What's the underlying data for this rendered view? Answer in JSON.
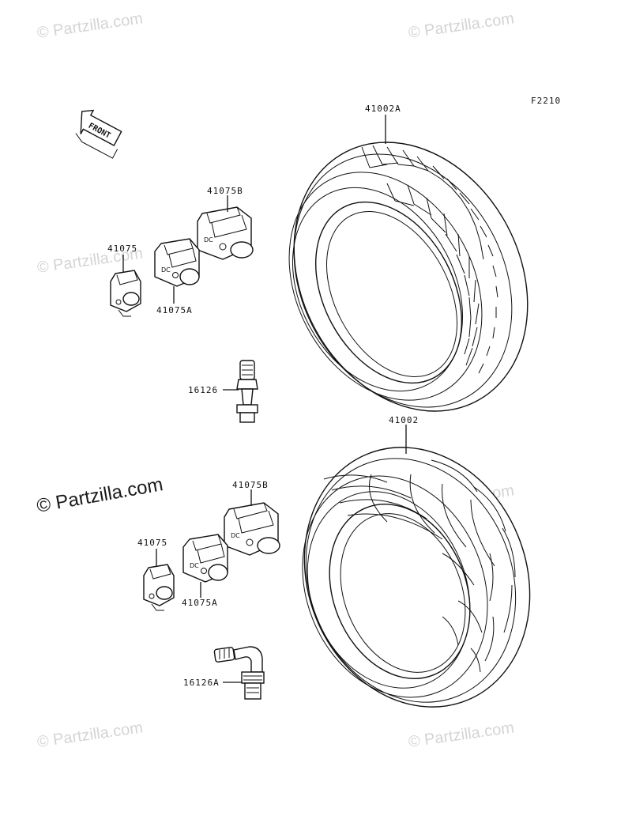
{
  "diagram": {
    "figure_code": "F2210",
    "front_marker": "FRONT",
    "watermark_text": "© Partzilla.com",
    "part_labels": {
      "rear_tire": "41002A",
      "front_tire": "41002",
      "balance_weight_b_top": "41075B",
      "balance_weight_top": "41075",
      "balance_weight_a_top": "41075A",
      "valve_straight": "16126",
      "balance_weight_b_bottom": "41075B",
      "balance_weight_bottom": "41075",
      "balance_weight_a_bottom": "41075A",
      "valve_angled": "16126A"
    },
    "colors": {
      "line": "#111111",
      "watermark": "#d4d4d4"
    }
  }
}
